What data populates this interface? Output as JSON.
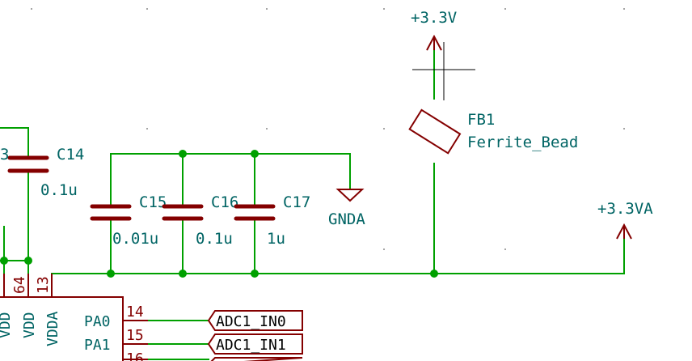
{
  "power": {
    "v33": "+3.3V",
    "v33a": "+3.3VA",
    "gnda": "GNDA"
  },
  "ferrite": {
    "ref": "FB1",
    "value": "Ferrite_Bead"
  },
  "capacitors": [
    {
      "ref": "C14",
      "value": "0.1u"
    },
    {
      "ref": "C15",
      "value": "0.01u"
    },
    {
      "ref": "C16",
      "value": "0.1u"
    },
    {
      "ref": "C17",
      "value": "1u"
    }
  ],
  "left_ref_fragment": "3",
  "mcu": {
    "pins": [
      {
        "name": "VDD",
        "number": ""
      },
      {
        "name": "VDD",
        "number": "64"
      },
      {
        "name": "VDDA",
        "number": "13"
      }
    ],
    "io": [
      {
        "name": "PA0",
        "number": "14",
        "net": "ADC1_IN0"
      },
      {
        "name": "PA1",
        "number": "15",
        "net": "ADC1_IN1"
      },
      {
        "name": "",
        "number": "16",
        "net": ""
      }
    ]
  },
  "colors": {
    "wire": "#00a000",
    "symbol": "#840000",
    "text": "#006464",
    "background": "#ffffff"
  }
}
